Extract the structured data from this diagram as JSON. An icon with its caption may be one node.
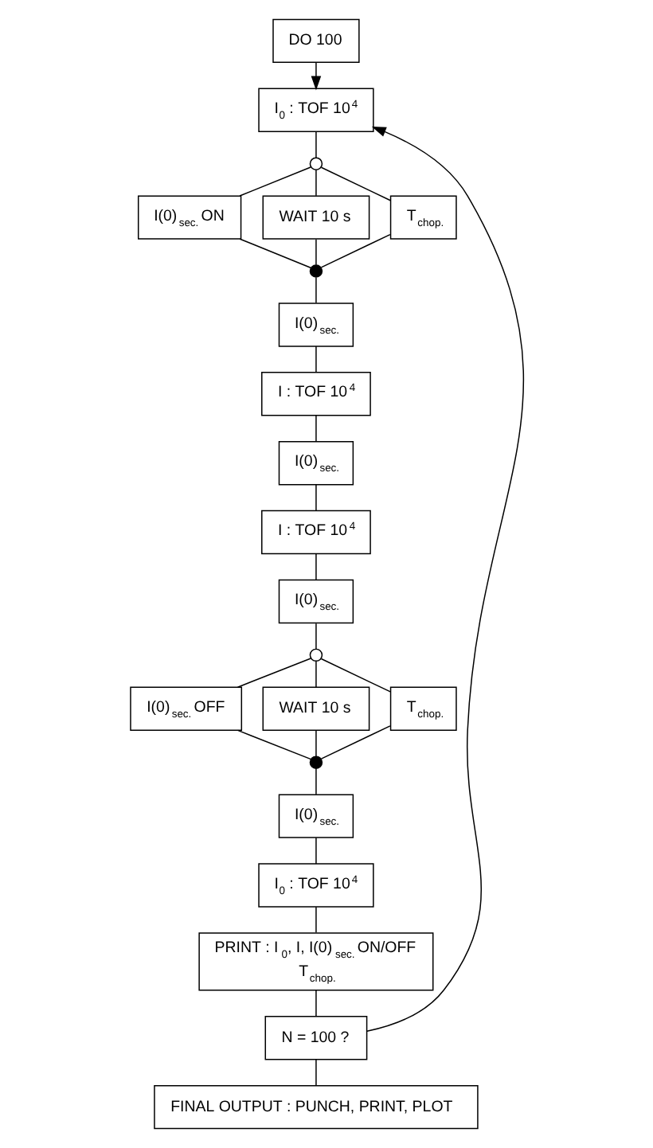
{
  "diagram": {
    "nodes": [
      {
        "text": [
          "DO 100"
        ]
      },
      {
        "text": [
          "I$_{0}$ : TOF 10$^{4}$"
        ]
      },
      {
        "text": [],
        "shape": "circle"
      },
      {
        "text": [
          "I(0)$_{sec.}$ ON"
        ]
      },
      {
        "text": [
          "WAIT 10 s"
        ]
      },
      {
        "text": [
          "T$_{chop.}$"
        ]
      },
      {
        "text": [],
        "shape": "circle"
      },
      {
        "text": [
          "I(0)$_{sec.}$"
        ]
      },
      {
        "text": [
          "I : TOF 10$^{4}$"
        ]
      },
      {
        "text": [
          "I(0)$_{sec.}$"
        ]
      },
      {
        "text": [
          "I : TOF 10$^{4}$"
        ]
      },
      {
        "text": [
          "I(0)$_{sec.}$"
        ]
      },
      {
        "text": [],
        "shape": "circle"
      },
      {
        "text": [
          "I(0)$_{sec.}$ OFF"
        ]
      },
      {
        "text": [
          "WAIT 10 s"
        ]
      },
      {
        "text": [
          "T$_{chop.}$"
        ]
      },
      {
        "text": [],
        "shape": "circle"
      },
      {
        "text": [
          "I(0)$_{sec.}$"
        ]
      },
      {
        "text": [
          "I$_{0}$ : TOF 10$^{4}$"
        ]
      },
      {
        "text": [
          "PRINT : I$_{0}$, I, I(0)$_{sec.}$ ON/OFF",
          "T$_{chop.}$"
        ]
      },
      {
        "text": [
          "N = 100 ?"
        ]
      },
      {
        "text": [
          "FINAL OUTPUT : PUNCH, PRINT, PLOT"
        ]
      }
    ],
    "edges": [
      {
        "from": 0,
        "to": 1,
        "arrow": "to"
      },
      {
        "from": 1,
        "to": 2,
        "arrow": "none"
      },
      {
        "from": 2,
        "to": 3,
        "arrow": "none"
      },
      {
        "from": 2,
        "to": 4,
        "arrow": "none"
      },
      {
        "from": 2,
        "to": 5,
        "arrow": "none"
      },
      {
        "from": 3,
        "to": 6,
        "arrow": "none"
      },
      {
        "from": 4,
        "to": 6,
        "arrow": "none"
      },
      {
        "from": 5,
        "to": 6,
        "arrow": "none"
      },
      {
        "from": 6,
        "to": 7,
        "arrow": "none"
      },
      {
        "from": 7,
        "to": 8,
        "arrow": "none"
      },
      {
        "from": 8,
        "to": 9,
        "arrow": "none"
      },
      {
        "from": 9,
        "to": 10,
        "arrow": "none"
      },
      {
        "from": 10,
        "to": 11,
        "arrow": "none"
      },
      {
        "from": 11,
        "to": 12,
        "arrow": "none"
      },
      {
        "from": 12,
        "to": 13,
        "arrow": "none"
      },
      {
        "from": 12,
        "to": 14,
        "arrow": "none"
      },
      {
        "from": 12,
        "to": 15,
        "arrow": "none"
      },
      {
        "from": 13,
        "to": 16,
        "arrow": "none"
      },
      {
        "from": 14,
        "to": 16,
        "arrow": "none"
      },
      {
        "from": 15,
        "to": 16,
        "arrow": "none"
      },
      {
        "from": 16,
        "to": 17,
        "arrow": "none"
      },
      {
        "from": 17,
        "to": 18,
        "arrow": "none"
      },
      {
        "from": 18,
        "to": 19,
        "arrow": "none"
      },
      {
        "from": 19,
        "to": 20,
        "arrow": "none"
      },
      {
        "from": 20,
        "to": 21,
        "arrow": "none"
      },
      {
        "from": 20,
        "to": 1,
        "arrow": "to"
      }
    ]
  }
}
